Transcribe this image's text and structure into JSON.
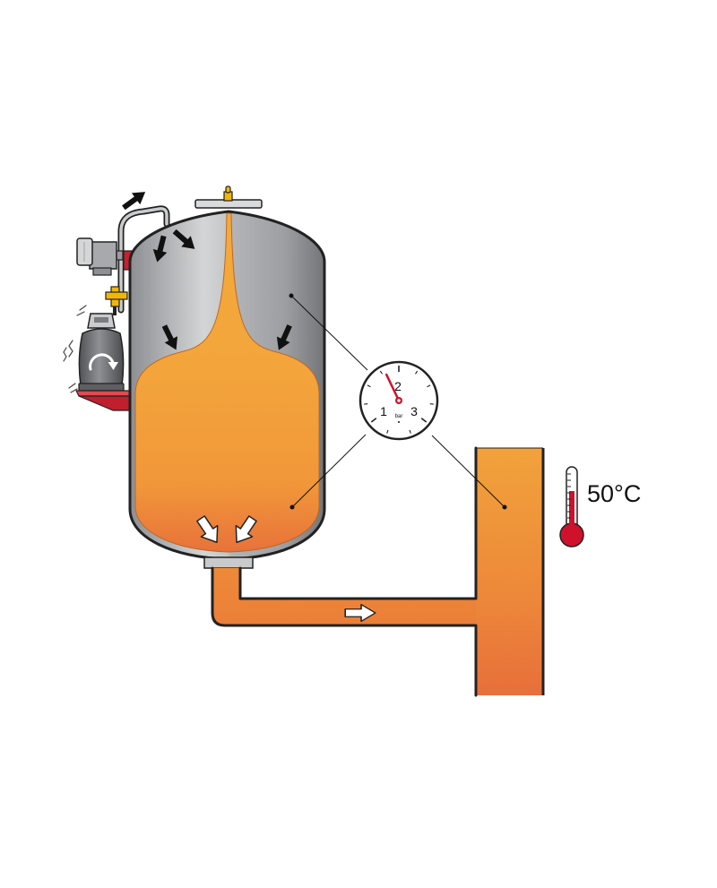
{
  "thermometer": {
    "reading": "50°C"
  },
  "gauge": {
    "scale": [
      "1",
      "2",
      "3"
    ],
    "unit": "bar",
    "needle_value": 1.8
  },
  "colors": {
    "water": "#f2a03a",
    "air": "#c2c4c6",
    "needle": "#d0112b",
    "mercury": "#d0112b",
    "platform": "#d42d3b",
    "valve": "#f2b705"
  }
}
